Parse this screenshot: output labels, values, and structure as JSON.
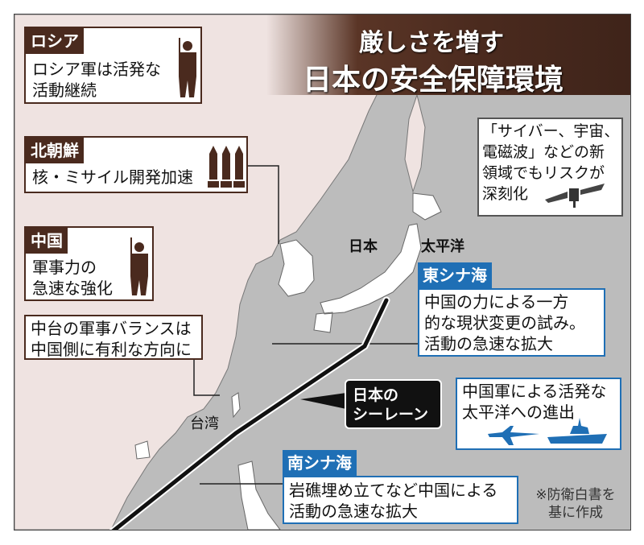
{
  "title": {
    "line1": "厳しさを増す",
    "line2": "日本の安全保障環境"
  },
  "boxes": {
    "russia": {
      "label": "ロシア",
      "text": "ロシア軍は活発な\n活動継続",
      "icon": "soldier-icon"
    },
    "north_korea": {
      "label": "北朝鮮",
      "text": "核・ミサイル開発加速",
      "icon": "missile-icon"
    },
    "china": {
      "label": "中国",
      "text": "軍事力の\n急速な強化",
      "icon": "soldier-icon"
    },
    "taiwan_balance": {
      "text": "中台の軍事バランスは\n中国側に有利な方向に"
    },
    "cyber": {
      "text": "「サイバー、宇宙、\n電磁波」などの新\n領域でもリスクが\n深刻化",
      "icon": "satellite-icon"
    },
    "east_china_sea": {
      "label": "東シナ海",
      "text": "中国の力による一方\n的な現状変更の試み。\n活動の急速な拡大"
    },
    "pacific": {
      "text": "中国軍による活発な\n太平洋への進出",
      "icons": [
        "fighter-jet-icon",
        "warship-icon"
      ]
    },
    "south_china_sea": {
      "label": "南シナ海",
      "text": "岩礁埋め立てなど中国による\n活動の急速な拡大"
    }
  },
  "places": {
    "japan": "日本",
    "pacific_ocean": "太平洋",
    "taiwan": "台湾"
  },
  "sea_lane": "日本の\nシーレーン",
  "footnote": "※防衛白書を\n基に作成",
  "colors": {
    "brown": "#4a2a1e",
    "blue": "#1f6fb5",
    "sea": "#bcbcbc",
    "mainland": "#efe3e1",
    "japan_korea": "#ffffff"
  }
}
